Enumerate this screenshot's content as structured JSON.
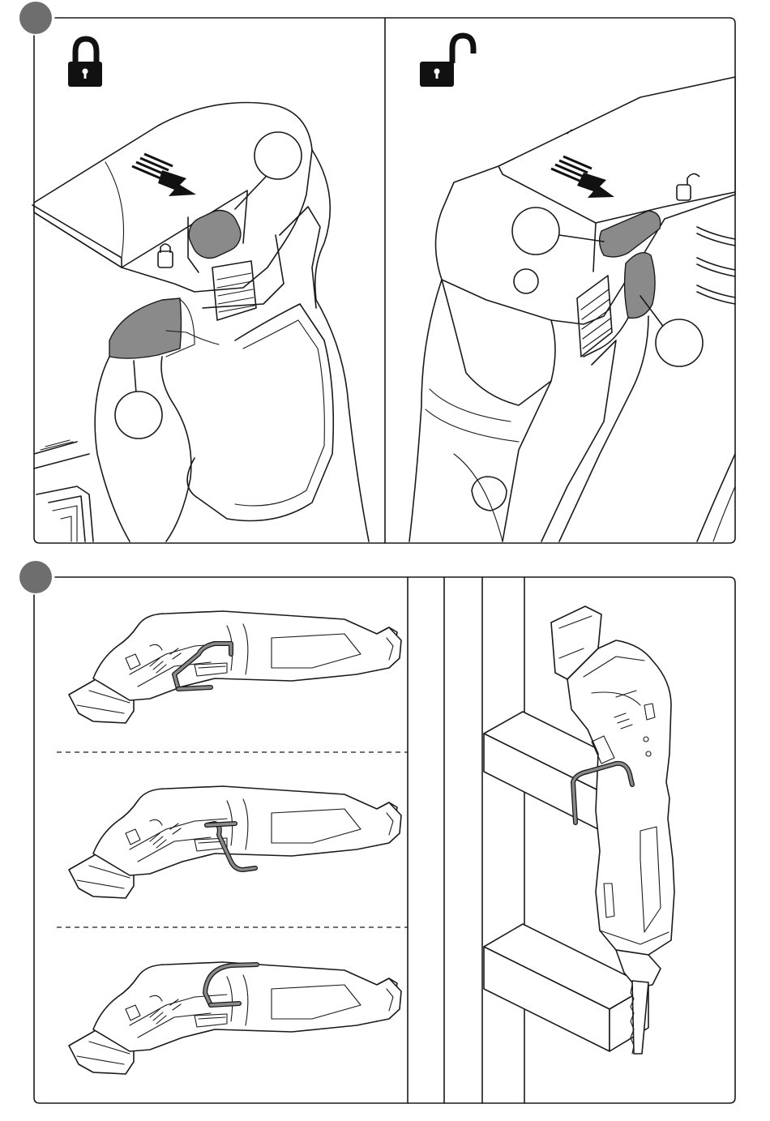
{
  "figure": {
    "steps": [
      {
        "marker": "step-marker-1",
        "panels": [
          "locked",
          "unlocked"
        ]
      },
      {
        "marker": "step-marker-2",
        "panels": [
          "hook-positions",
          "hanging"
        ]
      }
    ],
    "icons": {
      "locked": "padlock-closed-icon",
      "unlocked": "padlock-open-icon"
    },
    "colors": {
      "outline": "#1a1a1a",
      "highlight": "#8a8a8a",
      "step_marker": "#6e6e6e"
    }
  }
}
